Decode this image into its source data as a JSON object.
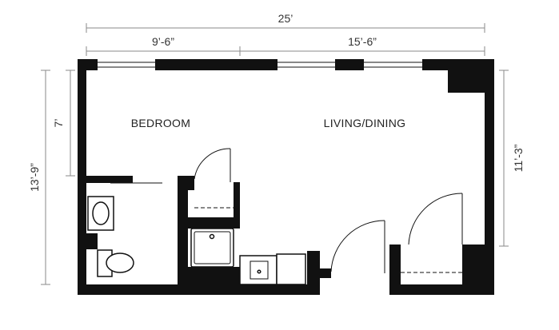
{
  "dimensions": {
    "overall_width": "25’",
    "bedroom_width": "9’-6”",
    "living_width": "15’-6”",
    "overall_depth": "13’-9”",
    "bedroom_depth": "7’",
    "living_depth": "11’-3”"
  },
  "rooms": {
    "bedroom": "BEDROOM",
    "living_dining": "LIVING/DINING"
  },
  "colors": {
    "wall": "#111111",
    "dimension_line": "#8a8a8a",
    "text": "#222222",
    "background": "#ffffff"
  }
}
